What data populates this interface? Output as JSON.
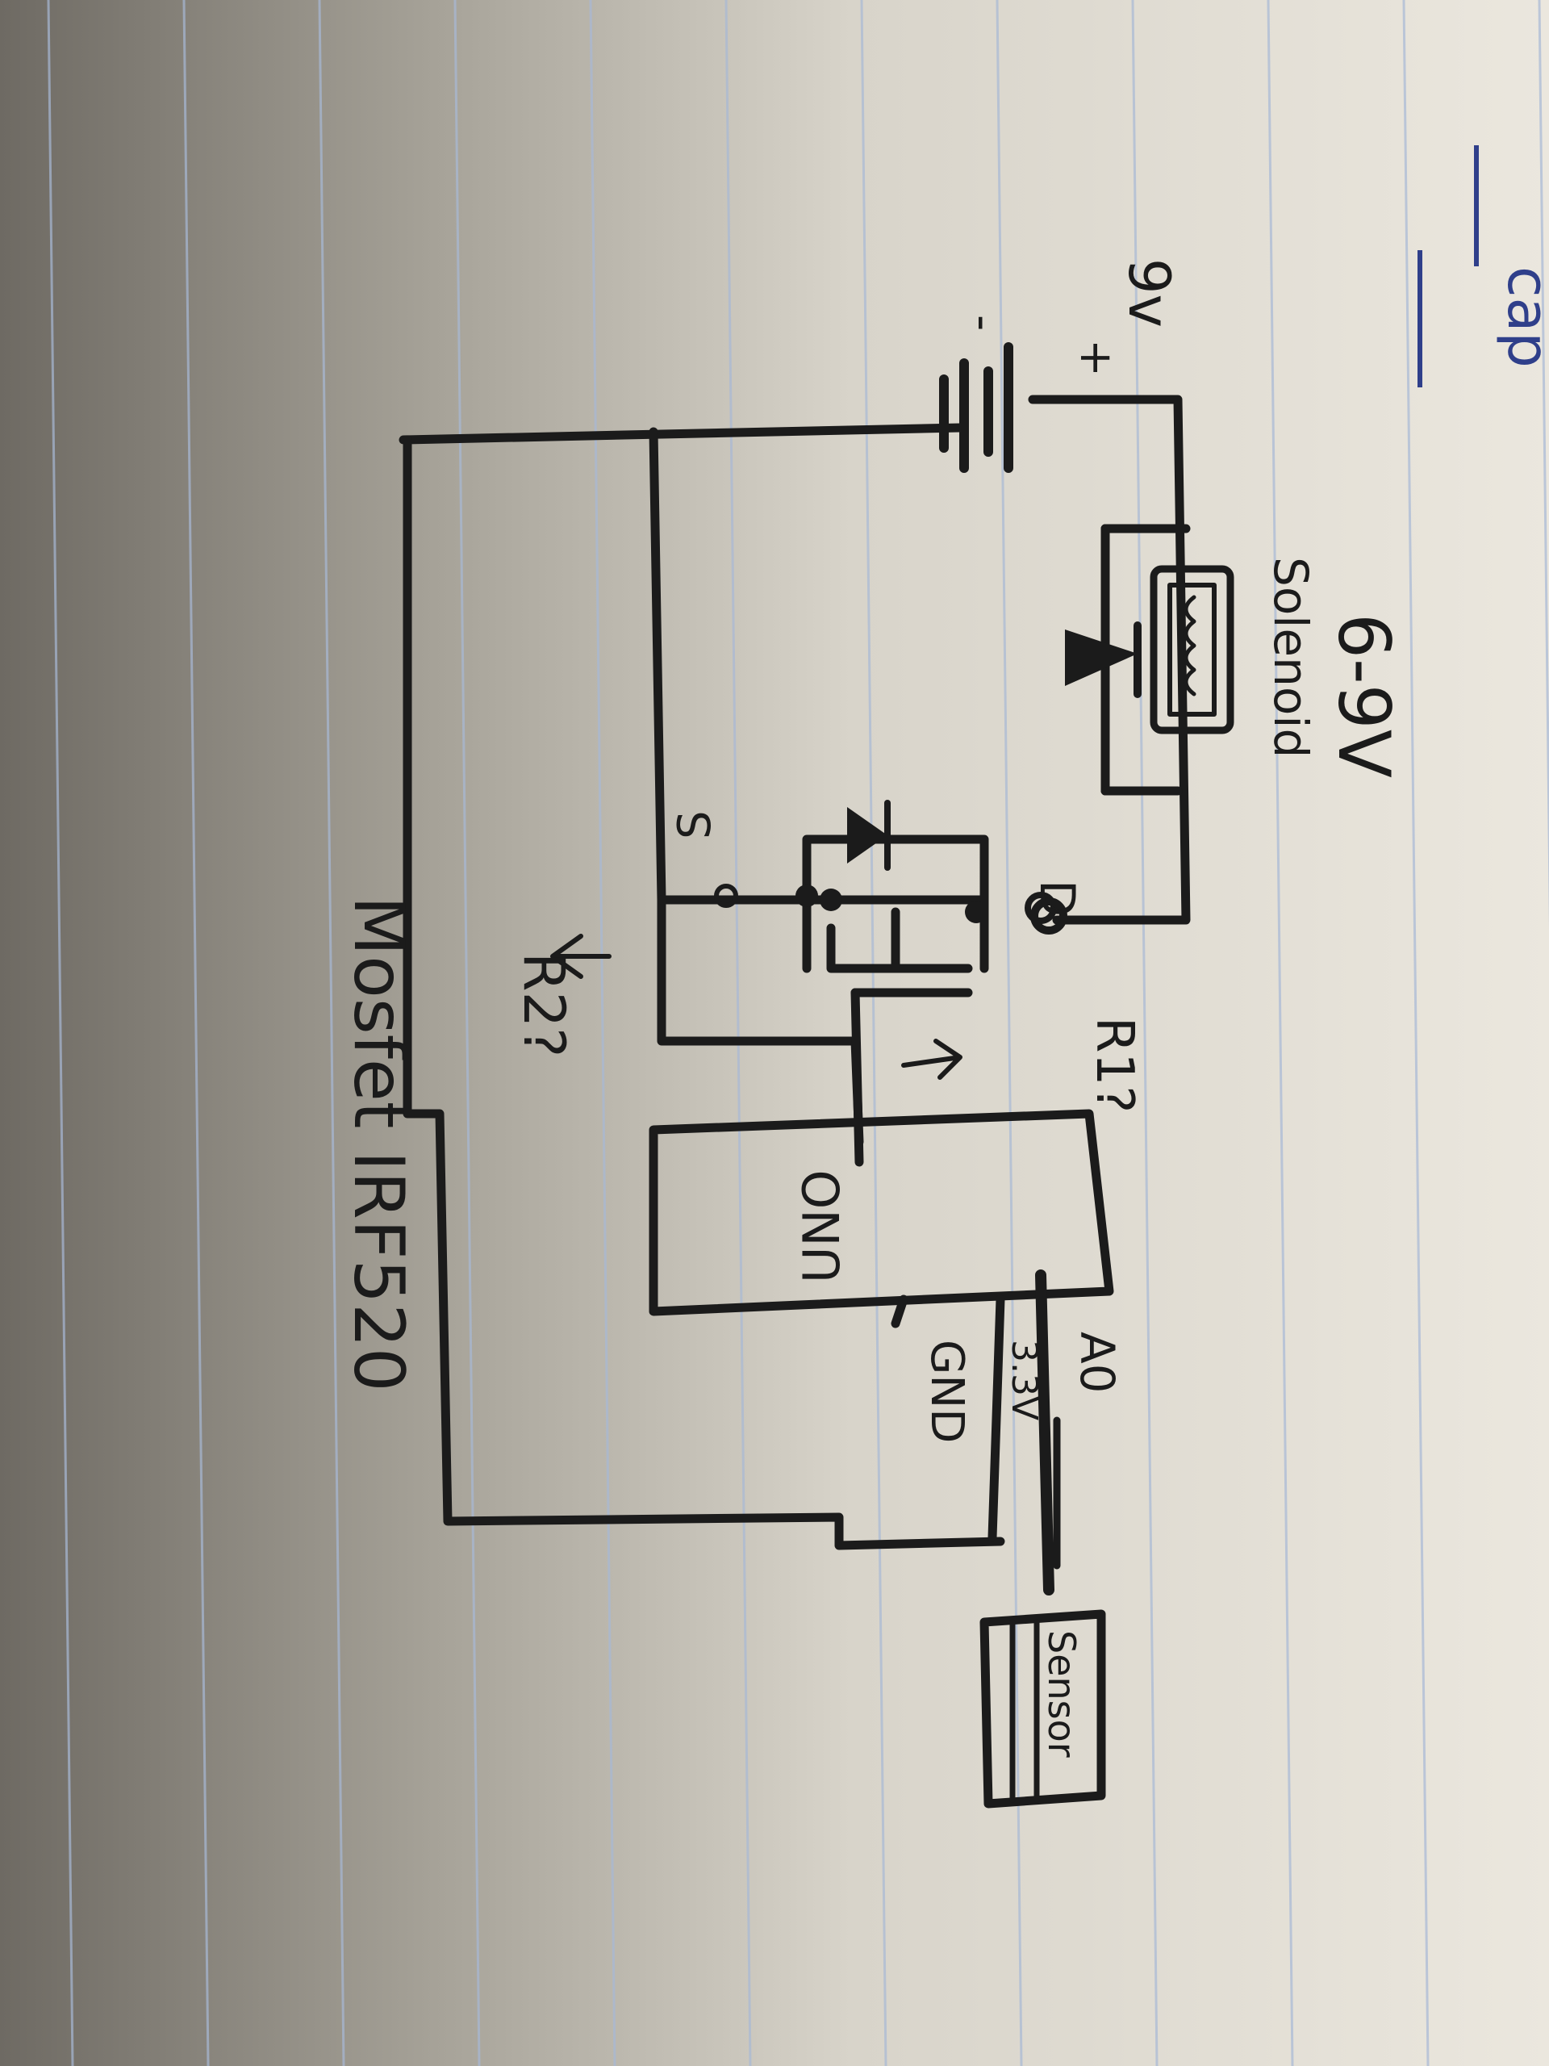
{
  "notes": {
    "corner": "cap",
    "voltage_range": "6-9V",
    "mosfet_model": "Mosfet IRF520"
  },
  "battery": {
    "voltage": "9v",
    "plus": "+",
    "minus": "-"
  },
  "solenoid": {
    "label": "Solenoid"
  },
  "mosfet": {
    "pin_d": "D",
    "pin_s": "S"
  },
  "resistors": {
    "r1": "R1?",
    "r2": "R2?"
  },
  "board": {
    "name": "UNO",
    "pin_a0": "A0",
    "pin_33": "3.3V",
    "pin_gnd": "GND"
  },
  "sensor": {
    "label": "Sensor"
  },
  "colors": {
    "ink": "#1b1b1b",
    "paper": "#e9e5dc",
    "rule": "#a8b9d6",
    "blue_ink": "#2f3f8a"
  }
}
